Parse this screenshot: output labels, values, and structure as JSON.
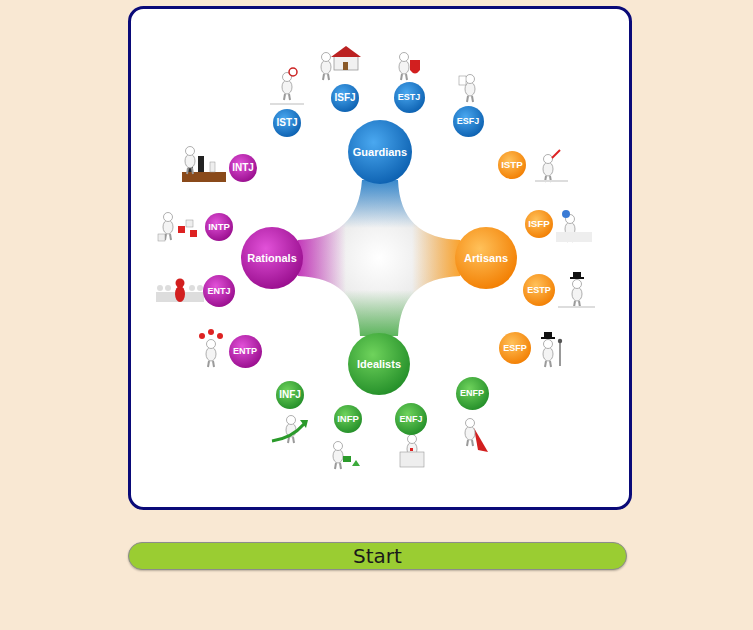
{
  "diagram": {
    "nodes": [
      {
        "text": [
          "ISFJ"
        ]
      },
      {
        "text": [
          "ESTJ"
        ]
      },
      {
        "text": [
          "ISTJ"
        ]
      },
      {
        "text": [
          "ESFJ"
        ]
      },
      {
        "text": [
          "Guardians"
        ]
      },
      {
        "text": [
          "INTJ"
        ]
      },
      {
        "text": [
          "ISTP"
        ]
      },
      {
        "text": [
          "INTP"
        ]
      },
      {
        "text": [
          "ISFP"
        ]
      },
      {
        "text": [
          "Rationals"
        ]
      },
      {
        "text": [
          "Artisans"
        ]
      },
      {
        "text": [
          "ENTJ"
        ]
      },
      {
        "text": [
          "ESTP"
        ]
      },
      {
        "text": [
          "ENTP"
        ]
      },
      {
        "text": [
          "ESFP"
        ]
      },
      {
        "text": [
          "Idealists"
        ]
      },
      {
        "text": [
          "ENFP"
        ]
      },
      {
        "text": [
          "INFJ"
        ]
      },
      {
        "text": [
          "INFP"
        ]
      },
      {
        "text": [
          "ENFJ"
        ]
      },
      {
        "text": [
          "Start"
        ]
      }
    ]
  }
}
